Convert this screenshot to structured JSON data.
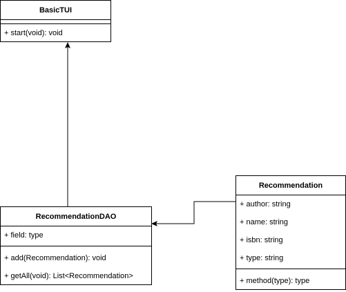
{
  "classes": {
    "basic_tui": {
      "name": "BasicTUI",
      "attributes": [],
      "methods": [
        "+ start(void): void"
      ]
    },
    "recommendation_dao": {
      "name": "RecommendationDAO",
      "attributes": [
        "+ field: type"
      ],
      "methods": [
        "+ add(Recommendation): void",
        "+ getAll(void): List<Recommendation>"
      ]
    },
    "recommendation": {
      "name": "Recommendation",
      "attributes": [
        "+ author: string",
        "+ name: string",
        "+ isbn: string",
        "+ type: string"
      ],
      "methods": [
        "+ method(type): type"
      ]
    }
  },
  "relations": {
    "dao_to_basic_tui": "generalization-arrow",
    "recommendation_to_dao": "association-arrow"
  },
  "colors": {
    "line": "#000000",
    "background": "#ffffff"
  }
}
